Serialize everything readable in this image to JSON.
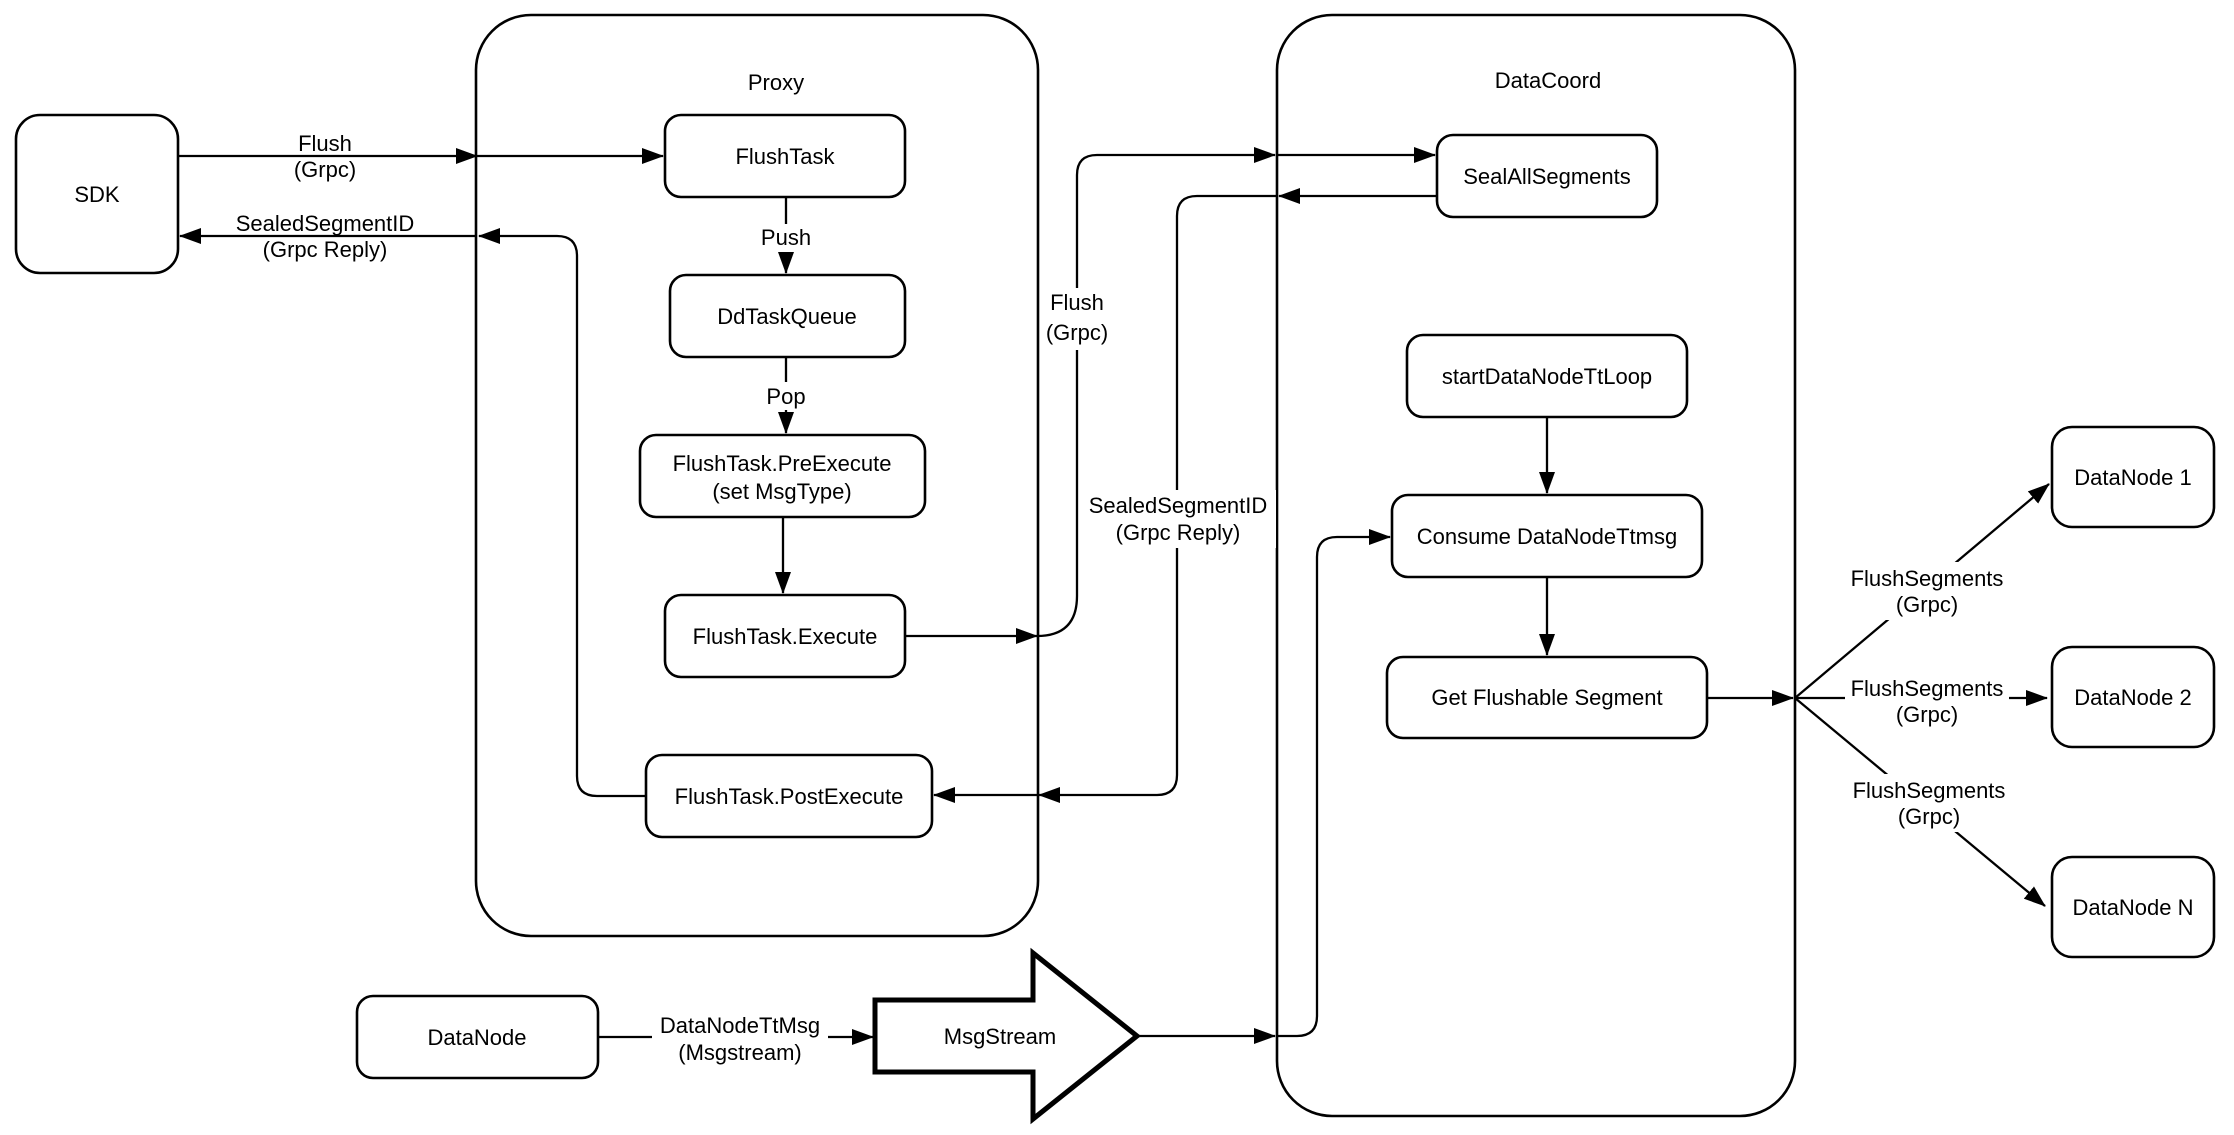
{
  "containers": {
    "proxy": "Proxy",
    "datacoord": "DataCoord"
  },
  "nodes": {
    "sdk": "SDK",
    "flush_task": "FlushTask",
    "dd_task_queue": "DdTaskQueue",
    "pre_execute_l1": "FlushTask.PreExecute",
    "pre_execute_l2": "(set MsgType)",
    "flush_execute": "FlushTask.Execute",
    "flush_post_execute": "FlushTask.PostExecute",
    "seal_all_segments": "SealAllSegments",
    "start_datanode_tt_loop": "startDataNodeTtLoop",
    "consume_datanode_ttmsg": "Consume DataNodeTtmsg",
    "get_flushable_segment": "Get Flushable Segment",
    "datanode_1": "DataNode 1",
    "datanode_2": "DataNode 2",
    "datanode_n": "DataNode N",
    "datanode_source": "DataNode",
    "msgstream": "MsgStream"
  },
  "edge_labels": {
    "sdk_flush": {
      "l1": "Flush",
      "l2": "(Grpc)"
    },
    "sdk_reply": {
      "l1": "SealedSegmentID",
      "l2": "(Grpc Reply)"
    },
    "push": "Push",
    "pop": "Pop",
    "mid_flush": {
      "l1": "Flush",
      "l2": "(Grpc)"
    },
    "mid_reply": {
      "l1": "SealedSegmentID",
      "l2": "(Grpc Reply)"
    },
    "flush_segments_1": {
      "l1": "FlushSegments",
      "l2": "(Grpc)"
    },
    "flush_segments_2": {
      "l1": "FlushSegments",
      "l2": "(Grpc)"
    },
    "flush_segments_3": {
      "l1": "FlushSegments",
      "l2": "(Grpc)"
    },
    "datanode_ttmsg": {
      "l1": "DataNodeTtMsg",
      "l2": "(Msgstream)"
    }
  },
  "colors": {
    "stroke": "#000000",
    "background": "#ffffff"
  }
}
